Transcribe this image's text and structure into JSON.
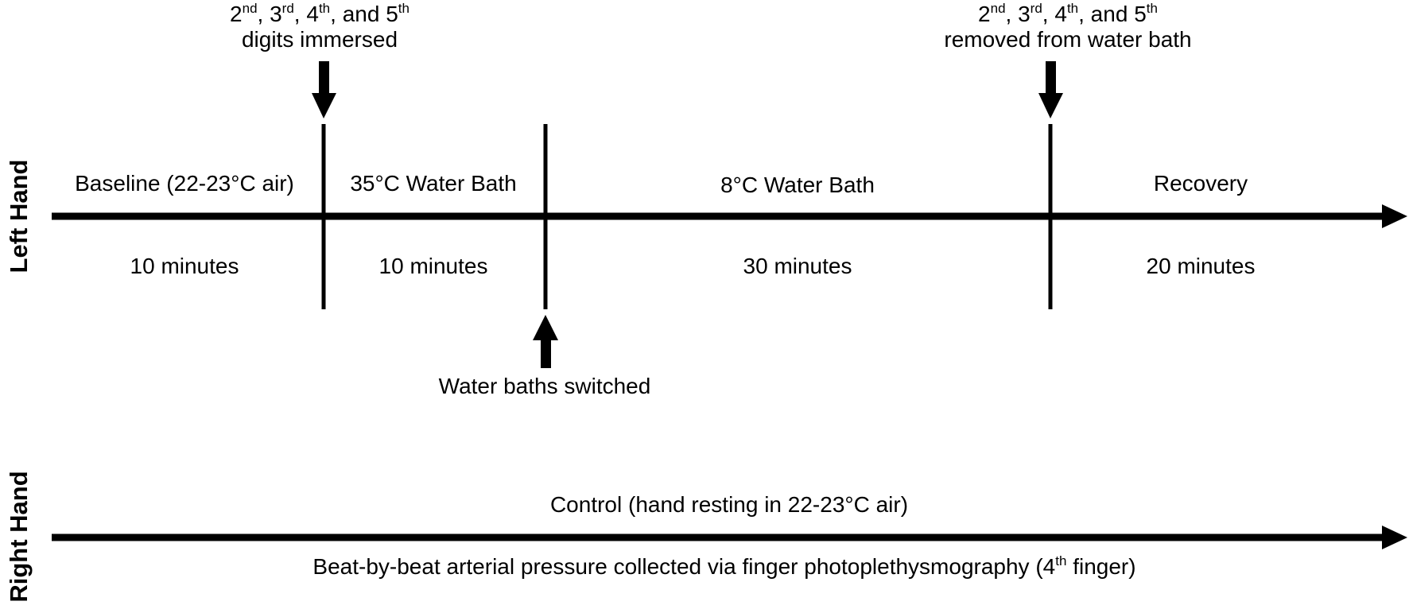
{
  "left_hand": {
    "side_label": "Left Hand",
    "phases": [
      {
        "name": "Baseline (22-23°C air)",
        "duration": "10 minutes"
      },
      {
        "name": "35°C Water Bath",
        "duration": "10 minutes"
      },
      {
        "name": "8°C Water Bath",
        "duration": "30 minutes"
      },
      {
        "name": "Recovery",
        "duration": "20 minutes"
      }
    ],
    "events": {
      "immersed": {
        "digits": [
          "2",
          "3",
          "4",
          "5"
        ],
        "ordinals": [
          "nd",
          "rd",
          "th",
          "th"
        ],
        "sep1": ", ",
        "sep3": ", and ",
        "line2": "digits immersed"
      },
      "switched": {
        "text": "Water baths switched"
      },
      "removed": {
        "digits": [
          "2",
          "3",
          "4",
          "5"
        ],
        "ordinals": [
          "nd",
          "rd",
          "th",
          "th"
        ],
        "sep1": ", ",
        "sep3": ", and ",
        "line2": "removed from water bath"
      }
    }
  },
  "right_hand": {
    "side_label": "Right Hand",
    "control": "Control (hand resting in 22-23°C air)",
    "measurement_pre": "Beat-by-beat arterial pressure collected via finger photoplethysmography (",
    "measurement_digit": "4",
    "measurement_ordinal": "th",
    "measurement_post": " finger)"
  },
  "colors": {
    "line": "#000000",
    "background": "#ffffff",
    "text": "#000000"
  }
}
